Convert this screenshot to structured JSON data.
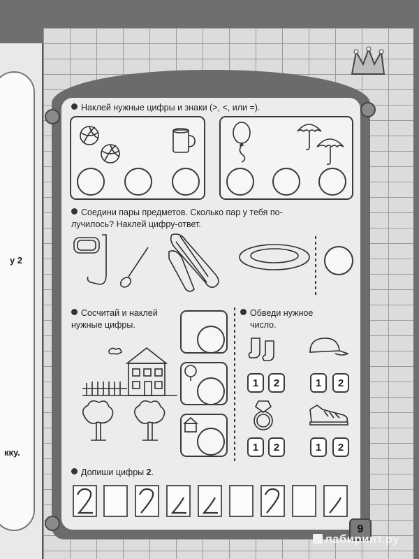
{
  "left_page": {
    "snippet_1": "у 2",
    "snippet_2": "кку."
  },
  "task1": {
    "text": "Наклей нужные цифры и знаки (>, <, или =)."
  },
  "task2": {
    "text_line1": "Соедини пары предметов. Сколько пар у тебя по-",
    "text_line2": "лучилось? Наклей цифру-ответ."
  },
  "task3": {
    "text_line1": "Сосчитай и наклей",
    "text_line2": "нужные цифры."
  },
  "task4": {
    "text_line1": "Обведи нужное",
    "text_line2": "число.",
    "options": [
      "1",
      "2"
    ]
  },
  "task5": {
    "text_prefix": "Допиши цифры ",
    "digit": "2",
    "text_suffix": "."
  },
  "page_number": "9",
  "watermark": "лабиринт.ру",
  "icons": {
    "balls": "volleyball-icon",
    "mug": "mug-icon",
    "balloon": "balloon-icon",
    "umbrellas": "umbrella-icon",
    "snorkel": "snorkel-mask-icon",
    "spoon": "spoon-icon",
    "flippers": "flippers-icon",
    "plate": "plate-icon",
    "house": "house-icon",
    "tree": "tree-icon",
    "socks": "socks-icon",
    "cap": "cap-icon",
    "ring": "ring-icon",
    "sneakers": "sneakers-icon"
  }
}
